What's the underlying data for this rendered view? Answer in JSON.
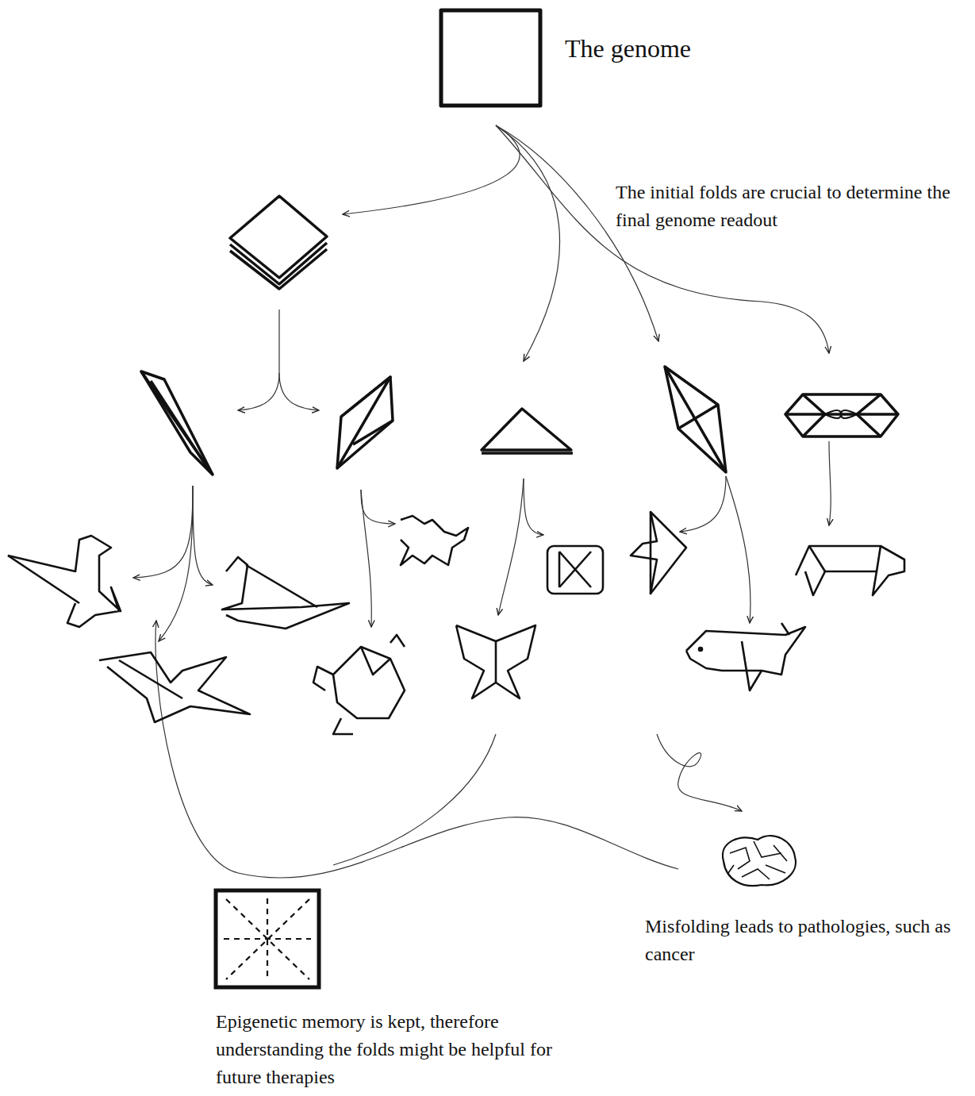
{
  "diagram": {
    "nodes": [
      {
        "text": [
          "The genome"
        ]
      },
      {
        "text": [
          "Epigenetic memory is kept, therefore understanding the folds might be helpful for future therapies"
        ]
      },
      {
        "text": [
          "Misfolding leads to pathologies, such as cancer"
        ]
      }
    ],
    "labels": [
      "The initial folds are crucial to determine the final genome readout"
    ]
  }
}
